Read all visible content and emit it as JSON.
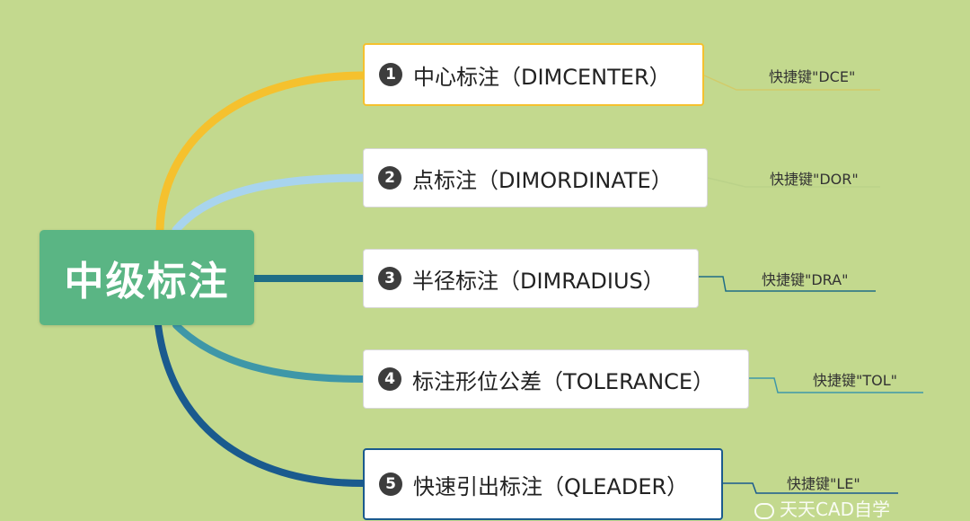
{
  "root": {
    "label": "中级标注"
  },
  "nodes": [
    {
      "number": "1",
      "label": "中心标注（DIMCENTER）",
      "shortcut": "快捷键\"DCE\""
    },
    {
      "number": "2",
      "label": "点标注（DIMORDINATE）",
      "shortcut": "快捷键\"DOR\""
    },
    {
      "number": "3",
      "label": "半径标注（DIMRADIUS）",
      "shortcut": "快捷键\"DRA\""
    },
    {
      "number": "4",
      "label": "标注形位公差（TOLERANCE）",
      "shortcut": "快捷键\"TOL\""
    },
    {
      "number": "5",
      "label": "快速引出标注（QLEADER）",
      "shortcut": "快捷键\"LE\""
    }
  ],
  "watermark": "天天CAD自学",
  "colors": {
    "background": "#c3d98e",
    "root": "#5ab584",
    "branch1": "#f5c12e",
    "branch2": "#a8d4ee",
    "branch3": "#1f6e86",
    "branch4": "#3e97a8",
    "branch5": "#1a5a8e"
  }
}
